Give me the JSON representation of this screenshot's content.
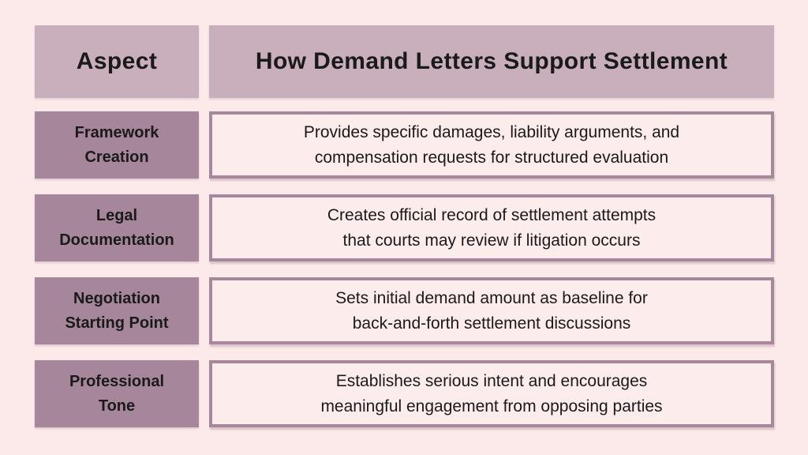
{
  "title": "How Demand Letters Support Settlement — aspect table",
  "colors": {
    "background": "#fce9e9",
    "header_cell": "#c9aebb",
    "aspect_cell": "#a6869b",
    "description_border": "#a6879c",
    "description_fill": "#fdecec",
    "text": "#1a1a1a"
  },
  "table": {
    "header": {
      "aspect_label": "Aspect",
      "support_label": "How Demand Letters Support Settlement"
    },
    "rows": [
      {
        "aspect": [
          "Framework",
          "Creation"
        ],
        "description": [
          "Provides specific damages, liability arguments, and",
          "compensation requests for structured evaluation"
        ]
      },
      {
        "aspect": [
          "Legal",
          "Documentation"
        ],
        "description": [
          "Creates official record of settlement attempts",
          "that courts may review if litigation occurs"
        ]
      },
      {
        "aspect": [
          "Negotiation",
          "Starting Point"
        ],
        "description": [
          "Sets initial demand amount as baseline for",
          "back-and-forth settlement discussions"
        ]
      },
      {
        "aspect": [
          "Professional",
          "Tone"
        ],
        "description": [
          "Establishes serious intent and encourages",
          "meaningful engagement from opposing parties"
        ]
      }
    ]
  }
}
